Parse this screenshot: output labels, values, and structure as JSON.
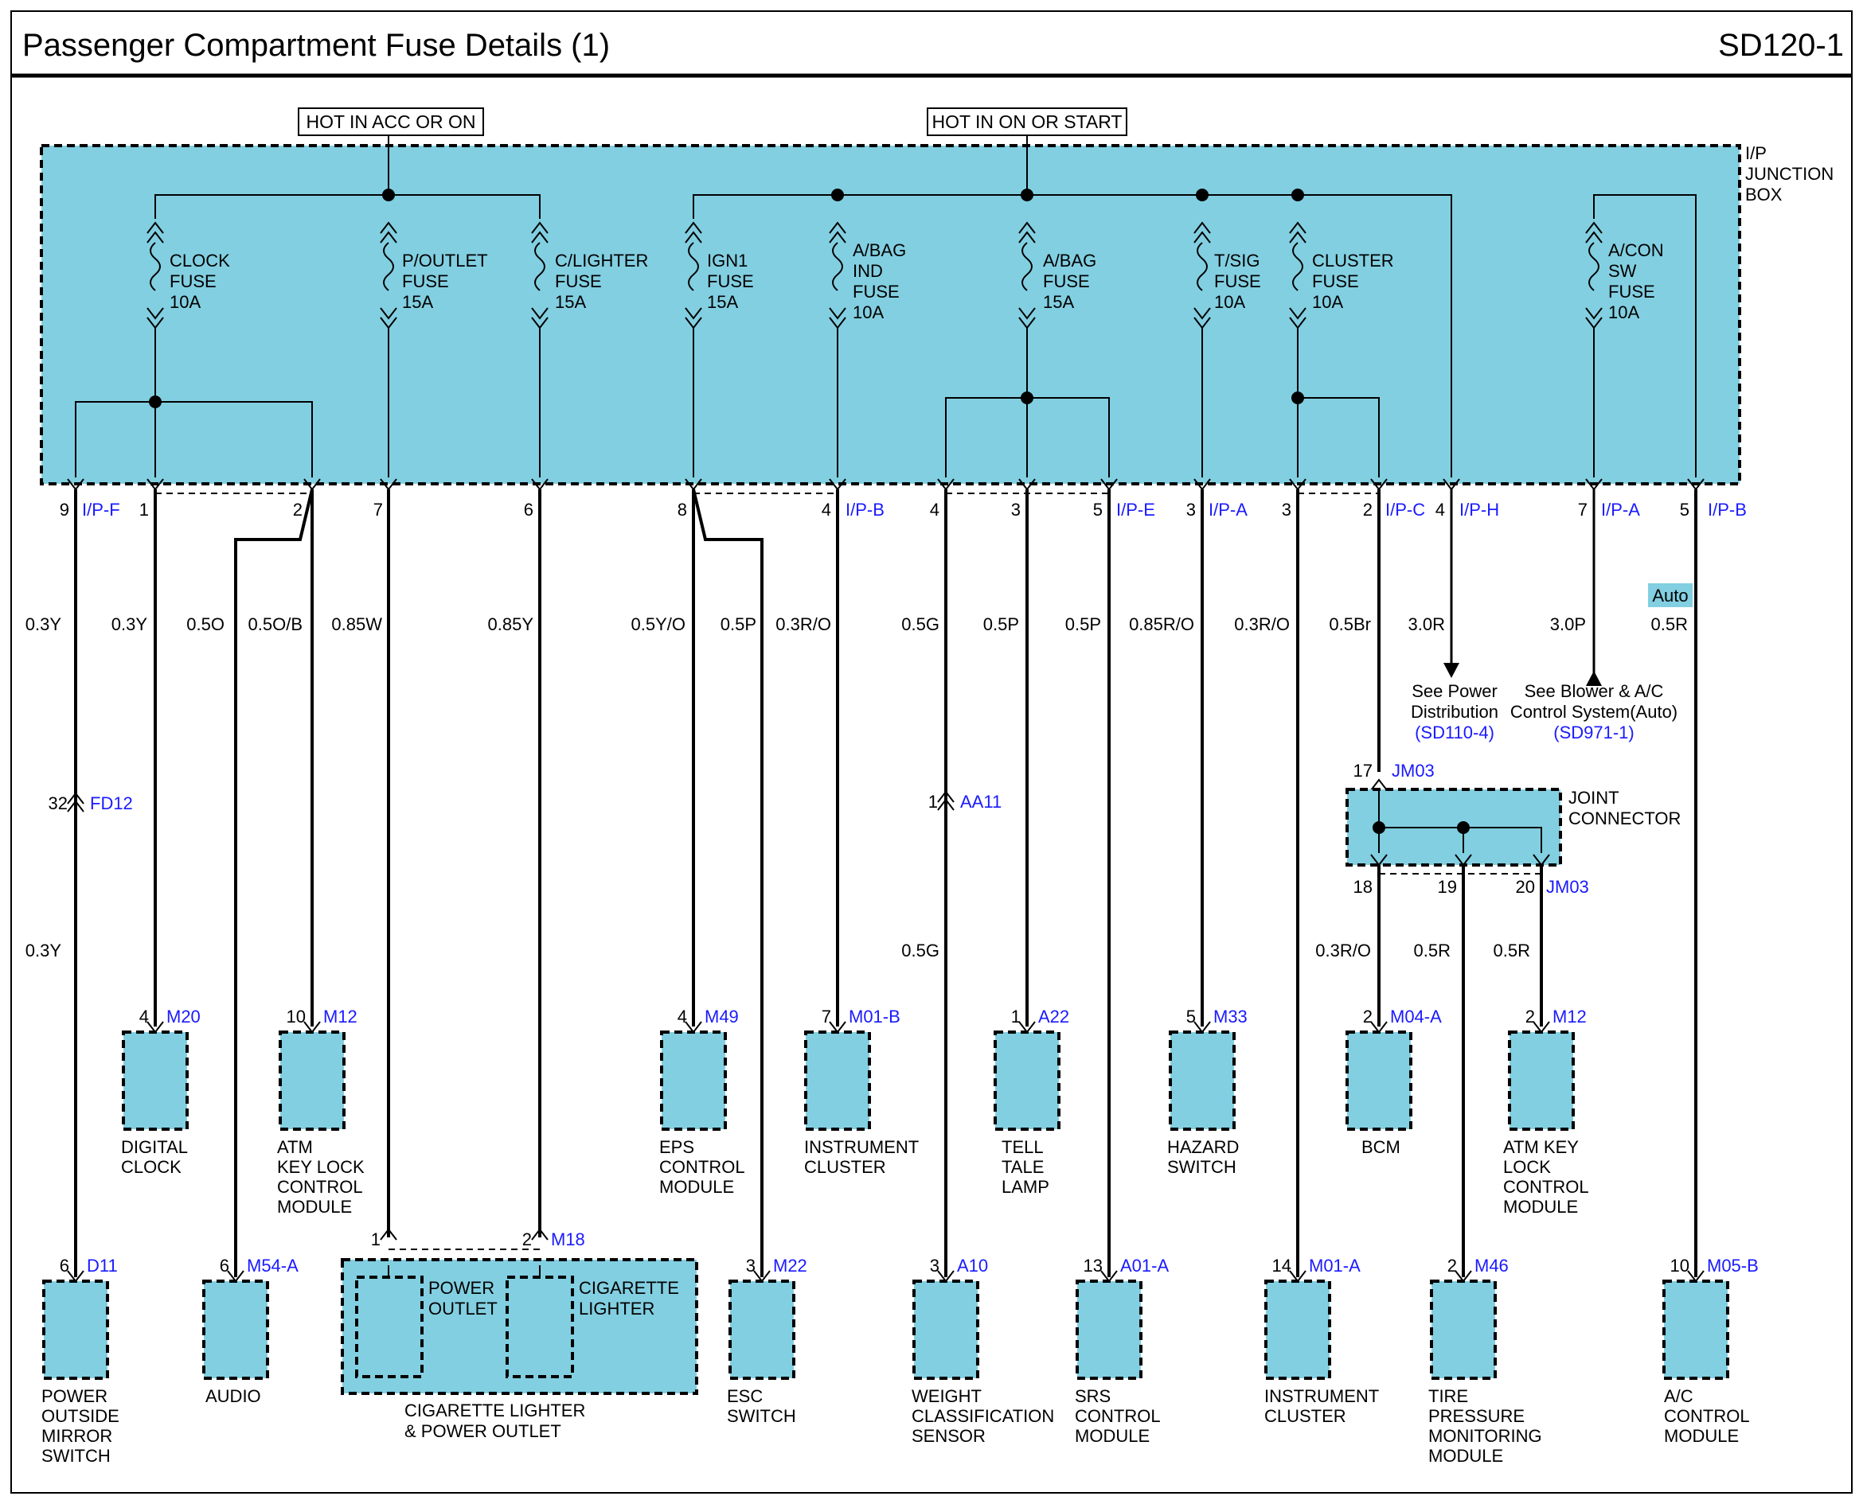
{
  "header": {
    "title": "Passenger Compartment Fuse Details (1)",
    "page_code": "SD120-1"
  },
  "supply_labels": {
    "acc": "HOT IN ACC OR ON",
    "on": "HOT IN ON OR START"
  },
  "junction_box_label": [
    "I/P",
    "JUNCTION",
    "BOX"
  ],
  "fuses": [
    [
      "CLOCK",
      "FUSE",
      "10A"
    ],
    [
      "P/OUTLET",
      "FUSE",
      "15A"
    ],
    [
      "C/LIGHTER",
      "FUSE",
      "15A"
    ],
    [
      "IGN1",
      "FUSE",
      "15A"
    ],
    [
      "A/BAG",
      "IND",
      "FUSE",
      "10A"
    ],
    [
      "A/BAG",
      "FUSE",
      "15A"
    ],
    [
      "T/SIG",
      "FUSE",
      "10A"
    ],
    [
      "CLUSTER",
      "FUSE",
      "10A"
    ],
    [
      "A/CON",
      "SW",
      "FUSE",
      "10A"
    ]
  ],
  "pins": [
    "9",
    "1",
    "2",
    "7",
    "6",
    "8",
    "4",
    "4",
    "3",
    "5",
    "3",
    "3",
    "2",
    "4",
    "7",
    "5"
  ],
  "connector_ids": [
    "I/P-F",
    "I/P-B",
    "I/P-E",
    "I/P-A",
    "I/P-C",
    "I/P-H",
    "I/P-A",
    "I/P-B"
  ],
  "wires": [
    "0.3Y",
    "0.3Y",
    "0.5O",
    "0.5O/B",
    "0.85W",
    "0.85Y",
    "0.5Y/O",
    "0.5P",
    "0.3R/O",
    "0.5G",
    "0.5P",
    "0.5P",
    "0.85R/O",
    "0.3R/O",
    "0.5Br",
    "3.0R",
    "3.0P",
    "0.5R",
    "0.3Y",
    "0.5G",
    "0.3R/O",
    "0.5R",
    "0.5R"
  ],
  "auto_badge": "Auto",
  "refs": {
    "power": [
      "See Power",
      "Distribution",
      "(SD110-4)"
    ],
    "blower": [
      "See Blower & A/C",
      "Control System(Auto)",
      "(SD971-1)"
    ]
  },
  "inline_connectors": [
    {
      "pin": "32",
      "id": "FD12"
    },
    {
      "pin": "1",
      "id": "AA11"
    },
    {
      "pin": "17",
      "id": "JM03"
    }
  ],
  "joint_connector": {
    "label": [
      "JOINT",
      "CONNECTOR"
    ],
    "pins": [
      "18",
      "19",
      "20"
    ],
    "id": "JM03"
  },
  "upper_components": [
    {
      "pin": "4",
      "conn": "M20",
      "label": [
        "DIGITAL",
        "CLOCK"
      ]
    },
    {
      "pin": "10",
      "conn": "M12",
      "label": [
        "ATM",
        "KEY LOCK",
        "CONTROL",
        "MODULE"
      ]
    },
    {
      "pin": "4",
      "conn": "M49",
      "label": [
        "EPS",
        "CONTROL",
        "MODULE"
      ]
    },
    {
      "pin": "7",
      "conn": "M01-B",
      "label": [
        "INSTRUMENT",
        "CLUSTER"
      ]
    },
    {
      "pin": "1",
      "conn": "A22",
      "label": [
        "TELL",
        "TALE",
        "LAMP"
      ]
    },
    {
      "pin": "5",
      "conn": "M33",
      "label": [
        "HAZARD",
        "SWITCH"
      ]
    },
    {
      "pin": "2",
      "conn": "M04-A",
      "label": [
        "BCM"
      ]
    },
    {
      "pin": "2",
      "conn": "M12",
      "label": [
        "ATM KEY",
        "LOCK",
        "CONTROL",
        "MODULE"
      ]
    }
  ],
  "lower_components": [
    {
      "pin": "6",
      "conn": "D11",
      "label": [
        "POWER",
        "OUTSIDE",
        "MIRROR",
        "SWITCH"
      ]
    },
    {
      "pin": "6",
      "conn": "M54-A",
      "label": [
        "AUDIO"
      ]
    },
    {
      "pin": "3",
      "conn": "M22",
      "label": [
        "ESC",
        "SWITCH"
      ]
    },
    {
      "pin": "3",
      "conn": "A10",
      "label": [
        "WEIGHT",
        "CLASSIFICATION",
        "SENSOR"
      ]
    },
    {
      "pin": "13",
      "conn": "A01-A",
      "label": [
        "SRS",
        "CONTROL",
        "MODULE"
      ]
    },
    {
      "pin": "14",
      "conn": "M01-A",
      "label": [
        "INSTRUMENT",
        "CLUSTER"
      ]
    },
    {
      "pin": "2",
      "conn": "M46",
      "label": [
        "TIRE",
        "PRESSURE",
        "MONITORING",
        "MODULE"
      ]
    },
    {
      "pin": "10",
      "conn": "M05-B",
      "label": [
        "A/C",
        "CONTROL",
        "MODULE"
      ]
    }
  ],
  "cig_lighter": {
    "pins": [
      "1",
      "2"
    ],
    "conn": "M18",
    "power_outlet": [
      "POWER",
      "OUTLET"
    ],
    "lighter": [
      "CIGARETTE",
      "LIGHTER"
    ],
    "label": [
      "CIGARETTE LIGHTER",
      "& POWER OUTLET"
    ]
  },
  "colors": {
    "box_fill": "#82cfe1",
    "conn_text": "#1a1aff",
    "line": "#000000"
  }
}
